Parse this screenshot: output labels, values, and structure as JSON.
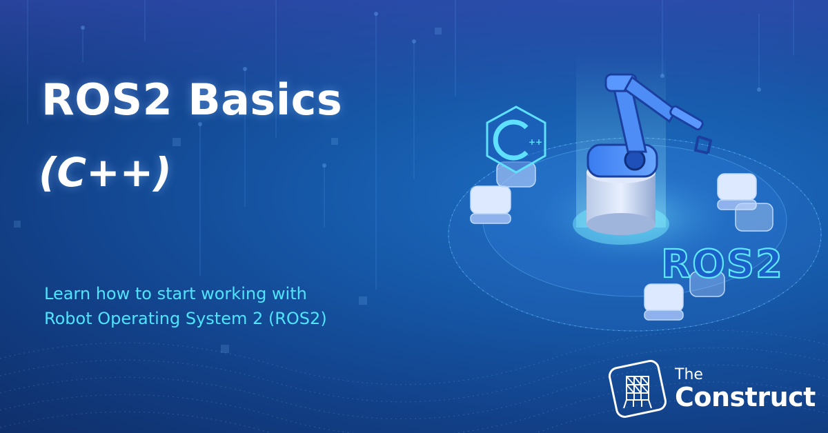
{
  "banner": {
    "title": "ROS2 Basics",
    "subtitle": "(C++)",
    "tagline_line1": "Learn how to start working with",
    "tagline_line2": "Robot Operating System 2 (ROS2)",
    "ros_badge": "ROS2",
    "cpp_badge_icon": "cpp-logo-icon"
  },
  "brand": {
    "name_top": "The",
    "name_bottom": "Construct",
    "logo_icon": "the-construct-logo-icon"
  },
  "colors": {
    "background_primary": "#1658a8",
    "background_dark": "#0f2f6a",
    "title_text": "#ffffff",
    "tagline_text": "#4fe4ff",
    "neon_accent": "#3fd6ff"
  }
}
